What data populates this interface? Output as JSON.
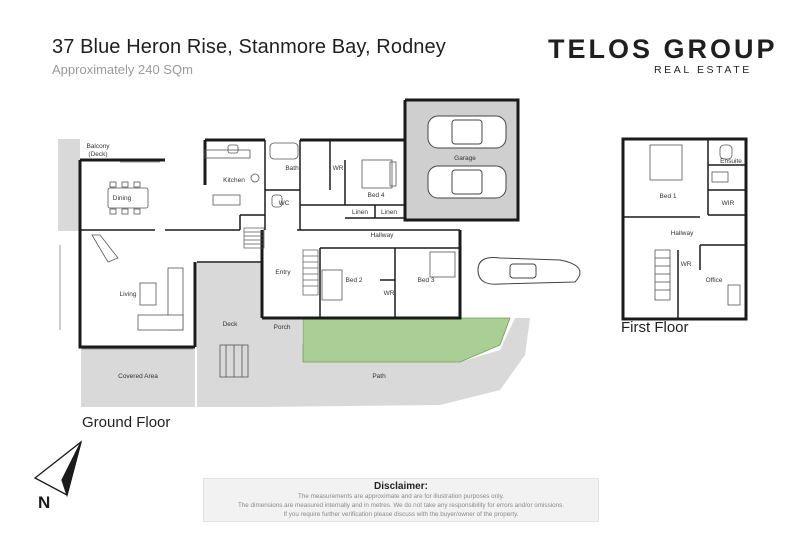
{
  "header": {
    "address": "37 Blue Heron Rise, Stanmore Bay, Rodney",
    "area": "Approximately 240 SQm"
  },
  "brand": {
    "name": "TELOS GROUP",
    "subtitle": "REAL ESTATE"
  },
  "floors": {
    "ground": {
      "label": "Ground Floor",
      "rooms": {
        "balcony": "Balcony\n(Deck)",
        "dining": "Dining",
        "kitchen": "Kitchen",
        "bath": "Bath",
        "wc": "WC",
        "wr": "WR",
        "bed4": "Bed 4",
        "garage": "Garage",
        "linen1": "Linen",
        "linen2": "Linen",
        "hallway": "Hallway",
        "living": "Living",
        "entry": "Entry",
        "bed2": "Bed 2",
        "bed3": "Bed 3",
        "wr2": "WR",
        "deck": "Deck",
        "porch": "Porch",
        "covered": "Covered Area",
        "path": "Path"
      }
    },
    "first": {
      "label": "First Floor",
      "rooms": {
        "ensuite": "Ensuite",
        "bed1": "Bed 1",
        "wir": "WIR",
        "hallway": "Hallway",
        "wr": "WR",
        "office": "Office"
      }
    }
  },
  "compass": {
    "label": "N"
  },
  "disclaimer": {
    "title": "Disclaimer:",
    "lines": [
      "The measurements are approximate and are for illustration purposes only.",
      "The dimensions are measured internally and in metres. We do not take any responsibility for errors and/or omissions.",
      "If you require further verification please discuss with the buyer/owner of the property."
    ]
  },
  "colors": {
    "wall": "#1a1a1a",
    "garage_fill": "#cfcfcf",
    "outdoor_fill": "#d9d9d9",
    "lawn_fill": "#a9cf94",
    "text": "#1f1f1f"
  }
}
